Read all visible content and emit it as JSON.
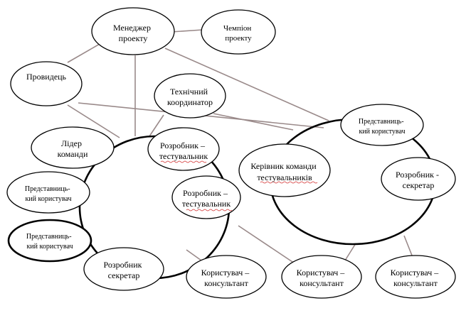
{
  "diagram": {
    "nodes": {
      "manager": [
        "Менеджер",
        "проекту"
      ],
      "champion": [
        "Чемпіон",
        "проекту"
      ],
      "leader": [
        "Провидець"
      ],
      "tech_coord": [
        "Технічний",
        "координатор"
      ],
      "team_lead": [
        "Лідер",
        "команди"
      ],
      "dev_tester_1": [
        "Розробник –",
        "тестувальник"
      ],
      "dev_tester_2": [
        "Розробник –",
        "тестувальник"
      ],
      "user_rep_1": [
        "Представниць-",
        "кий користувач"
      ],
      "user_rep_2": [
        "Представниць-",
        "кий користувач"
      ],
      "dev_secretary_left": [
        "Розробник",
        "секретар"
      ],
      "user_consult_1": [
        "Користувач –",
        "консультант"
      ],
      "test_team_lead": [
        "Керівник команди",
        "тестувальників"
      ],
      "user_rep_right": [
        "Представниць-",
        "кий користувач"
      ],
      "dev_secretary_right": [
        "Розробник -",
        "секретар"
      ],
      "user_consult_2": [
        "Користувач –",
        "консультант"
      ],
      "user_consult_3": [
        "Користувач –",
        "консультант"
      ]
    }
  }
}
